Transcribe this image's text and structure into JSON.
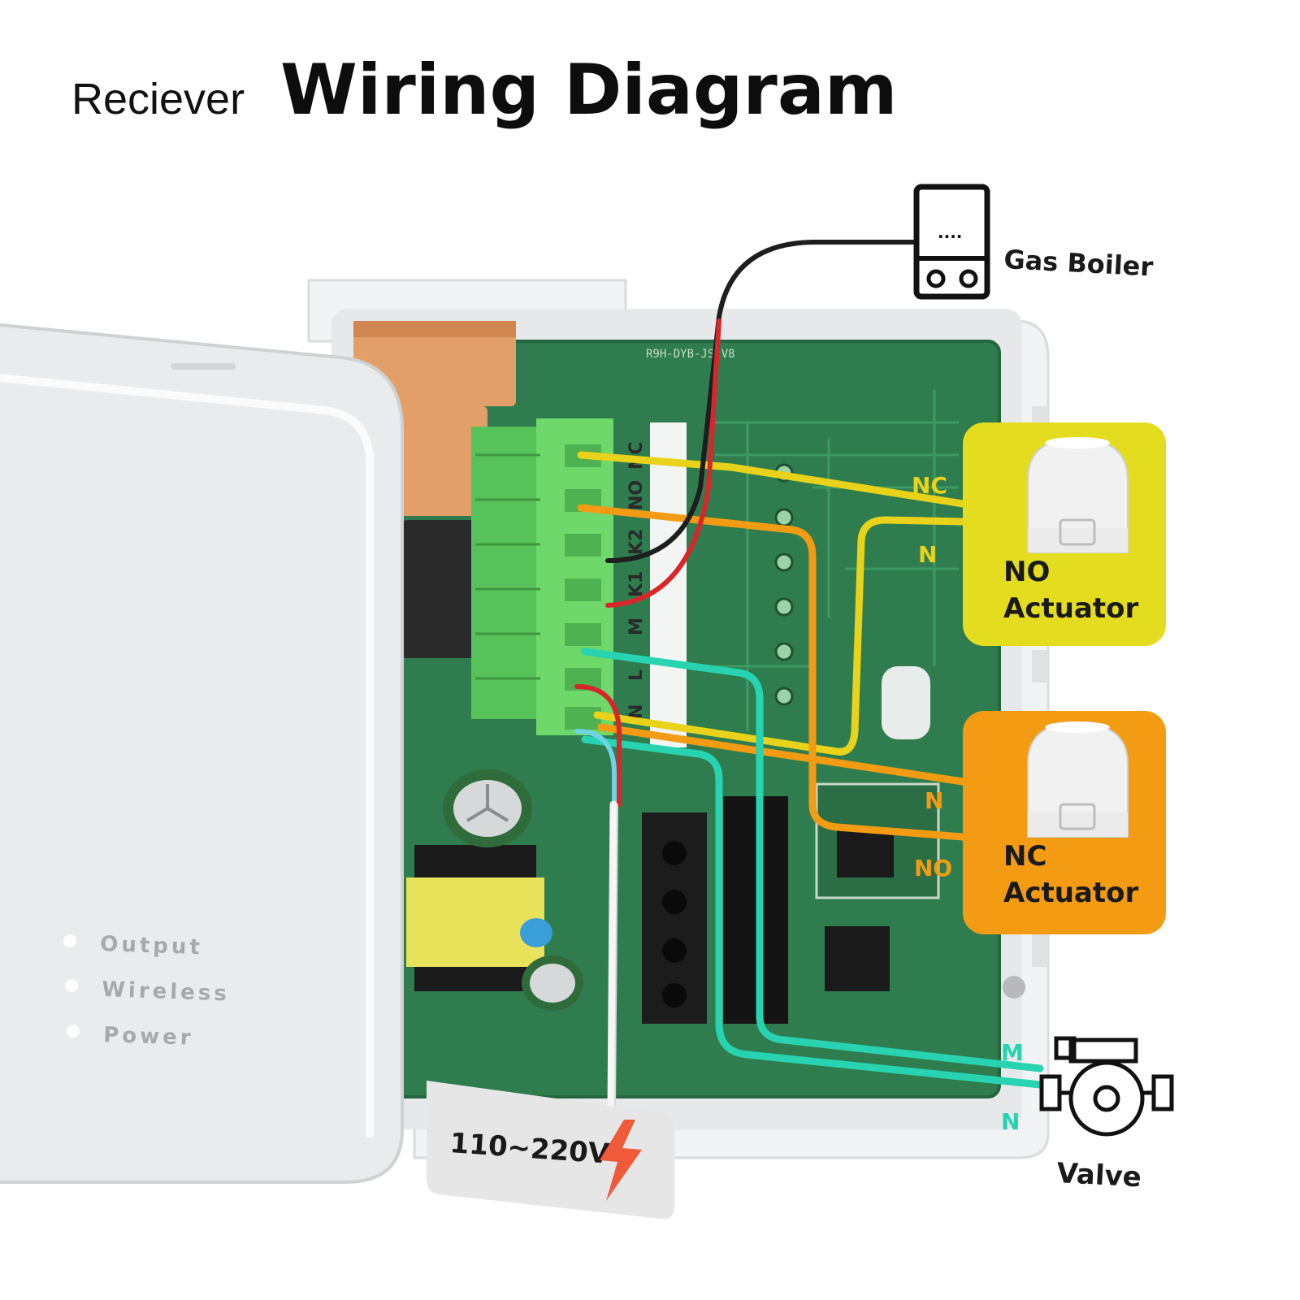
{
  "title": {
    "prefix": "Reciever",
    "main": "Wiring Diagram"
  },
  "pcb_marking": "R9H-DYB-JS-V8",
  "terminal_labels": [
    "NC",
    "NO",
    "K2",
    "K1",
    "M",
    "L",
    "N"
  ],
  "devices": {
    "gas_boiler": {
      "label": "Gas Boiler",
      "display": "...."
    },
    "no_actuator": {
      "label_line1": "NO",
      "label_line2": "Actuator",
      "wire_labels": [
        "NC",
        "N"
      ]
    },
    "nc_actuator": {
      "label_line1": "NC",
      "label_line2": "Actuator",
      "wire_labels": [
        "N",
        "NO"
      ]
    },
    "valve": {
      "label": "Valve",
      "wire_labels": [
        "M",
        "N"
      ]
    }
  },
  "power": {
    "label": "110~220V"
  },
  "status_leds": [
    "Output",
    "Wireless",
    "Power"
  ],
  "colors": {
    "yellow_wire": "#e8d21a",
    "orange_wire": "#f39b12",
    "teal_wire": "#27d3b0",
    "red_wire": "#d9262b",
    "black_wire": "#1e1e1e",
    "pcb_green": "#2f7d4e",
    "terminal_green": "#6ed96a",
    "no_actuator_box": "#e4dc1e",
    "nc_actuator_box": "#f39b12"
  },
  "icons": [
    "gas-boiler-icon",
    "actuator-head-icon",
    "valve-pump-icon",
    "lightning-bolt-icon"
  ]
}
